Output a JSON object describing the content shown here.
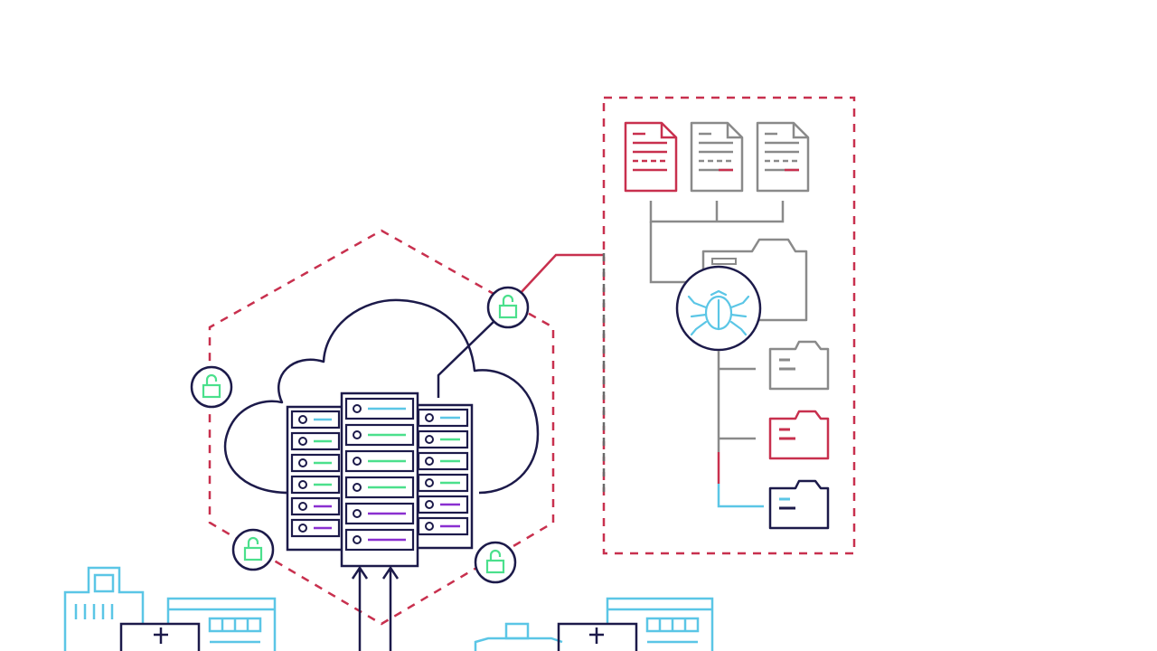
{
  "colors": {
    "navy": "#1c1a4a",
    "crimson": "#c8304e",
    "gray": "#8a8a8a",
    "green": "#4be08c",
    "cyan": "#5bc6e6",
    "purple": "#8a2fd0",
    "white": "#ffffff"
  },
  "icons": {
    "lock": "unlocked-padlock-icon",
    "bug": "bug-icon",
    "document": "document-icon",
    "folder": "folder-icon",
    "server": "server-rack-icon",
    "cloud": "cloud-icon",
    "building": "hospital-building-icon"
  },
  "server_slots": {
    "left_rack": [
      "cyan",
      "green",
      "green",
      "green",
      "purple",
      "purple"
    ],
    "center_rack": [
      "cyan",
      "green",
      "green",
      "green",
      "purple",
      "purple"
    ],
    "right_rack": [
      "cyan",
      "green",
      "green",
      "green",
      "purple",
      "purple"
    ]
  },
  "documents": [
    "crimson",
    "gray",
    "gray"
  ],
  "folders": [
    "gray",
    "crimson",
    "navy"
  ]
}
